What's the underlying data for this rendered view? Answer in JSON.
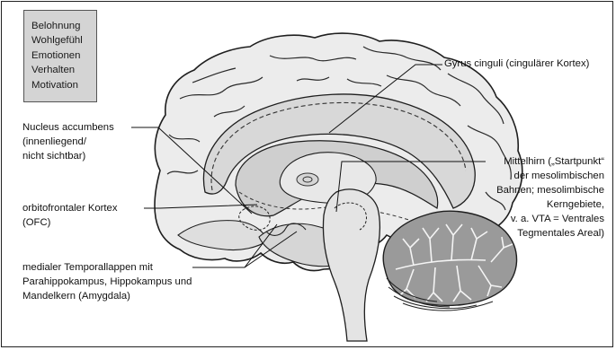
{
  "legend": {
    "items": [
      "Belohnung",
      "Wohlgefühl",
      "Emotionen",
      "Verhalten",
      "Motivation"
    ]
  },
  "labels": {
    "gyrus_cinguli": "Gyrus cinguli (cingulärer Kortex)",
    "nucleus_accumbens": [
      "Nucleus accumbens",
      "(innenliegend/",
      "nicht sichtbar)"
    ],
    "ofc": [
      "orbitofrontaler Kortex",
      "(OFC)"
    ],
    "temporallappen": [
      "medialer Temporallappen mit",
      "Parahippokampus, Hippokampus und",
      "Mandelkern (Amygdala)"
    ],
    "mittelhirn": [
      "Mittelhirn („Startpunkt“",
      "der mesolimbischen",
      "Bahnen; mesolimbische",
      "Kerngebiete,",
      "v. a. VTA = Ventrales",
      "Tegmentales Areal)"
    ]
  },
  "colors": {
    "cortex_fill": "#ececec",
    "limbic_fill": "#d0d0d0",
    "stem_fill": "#e4e4e4",
    "cerebellum_fill": "#9a9a9a",
    "outline": "#1e1e1e",
    "legend_fill": "#d4d4d4"
  }
}
